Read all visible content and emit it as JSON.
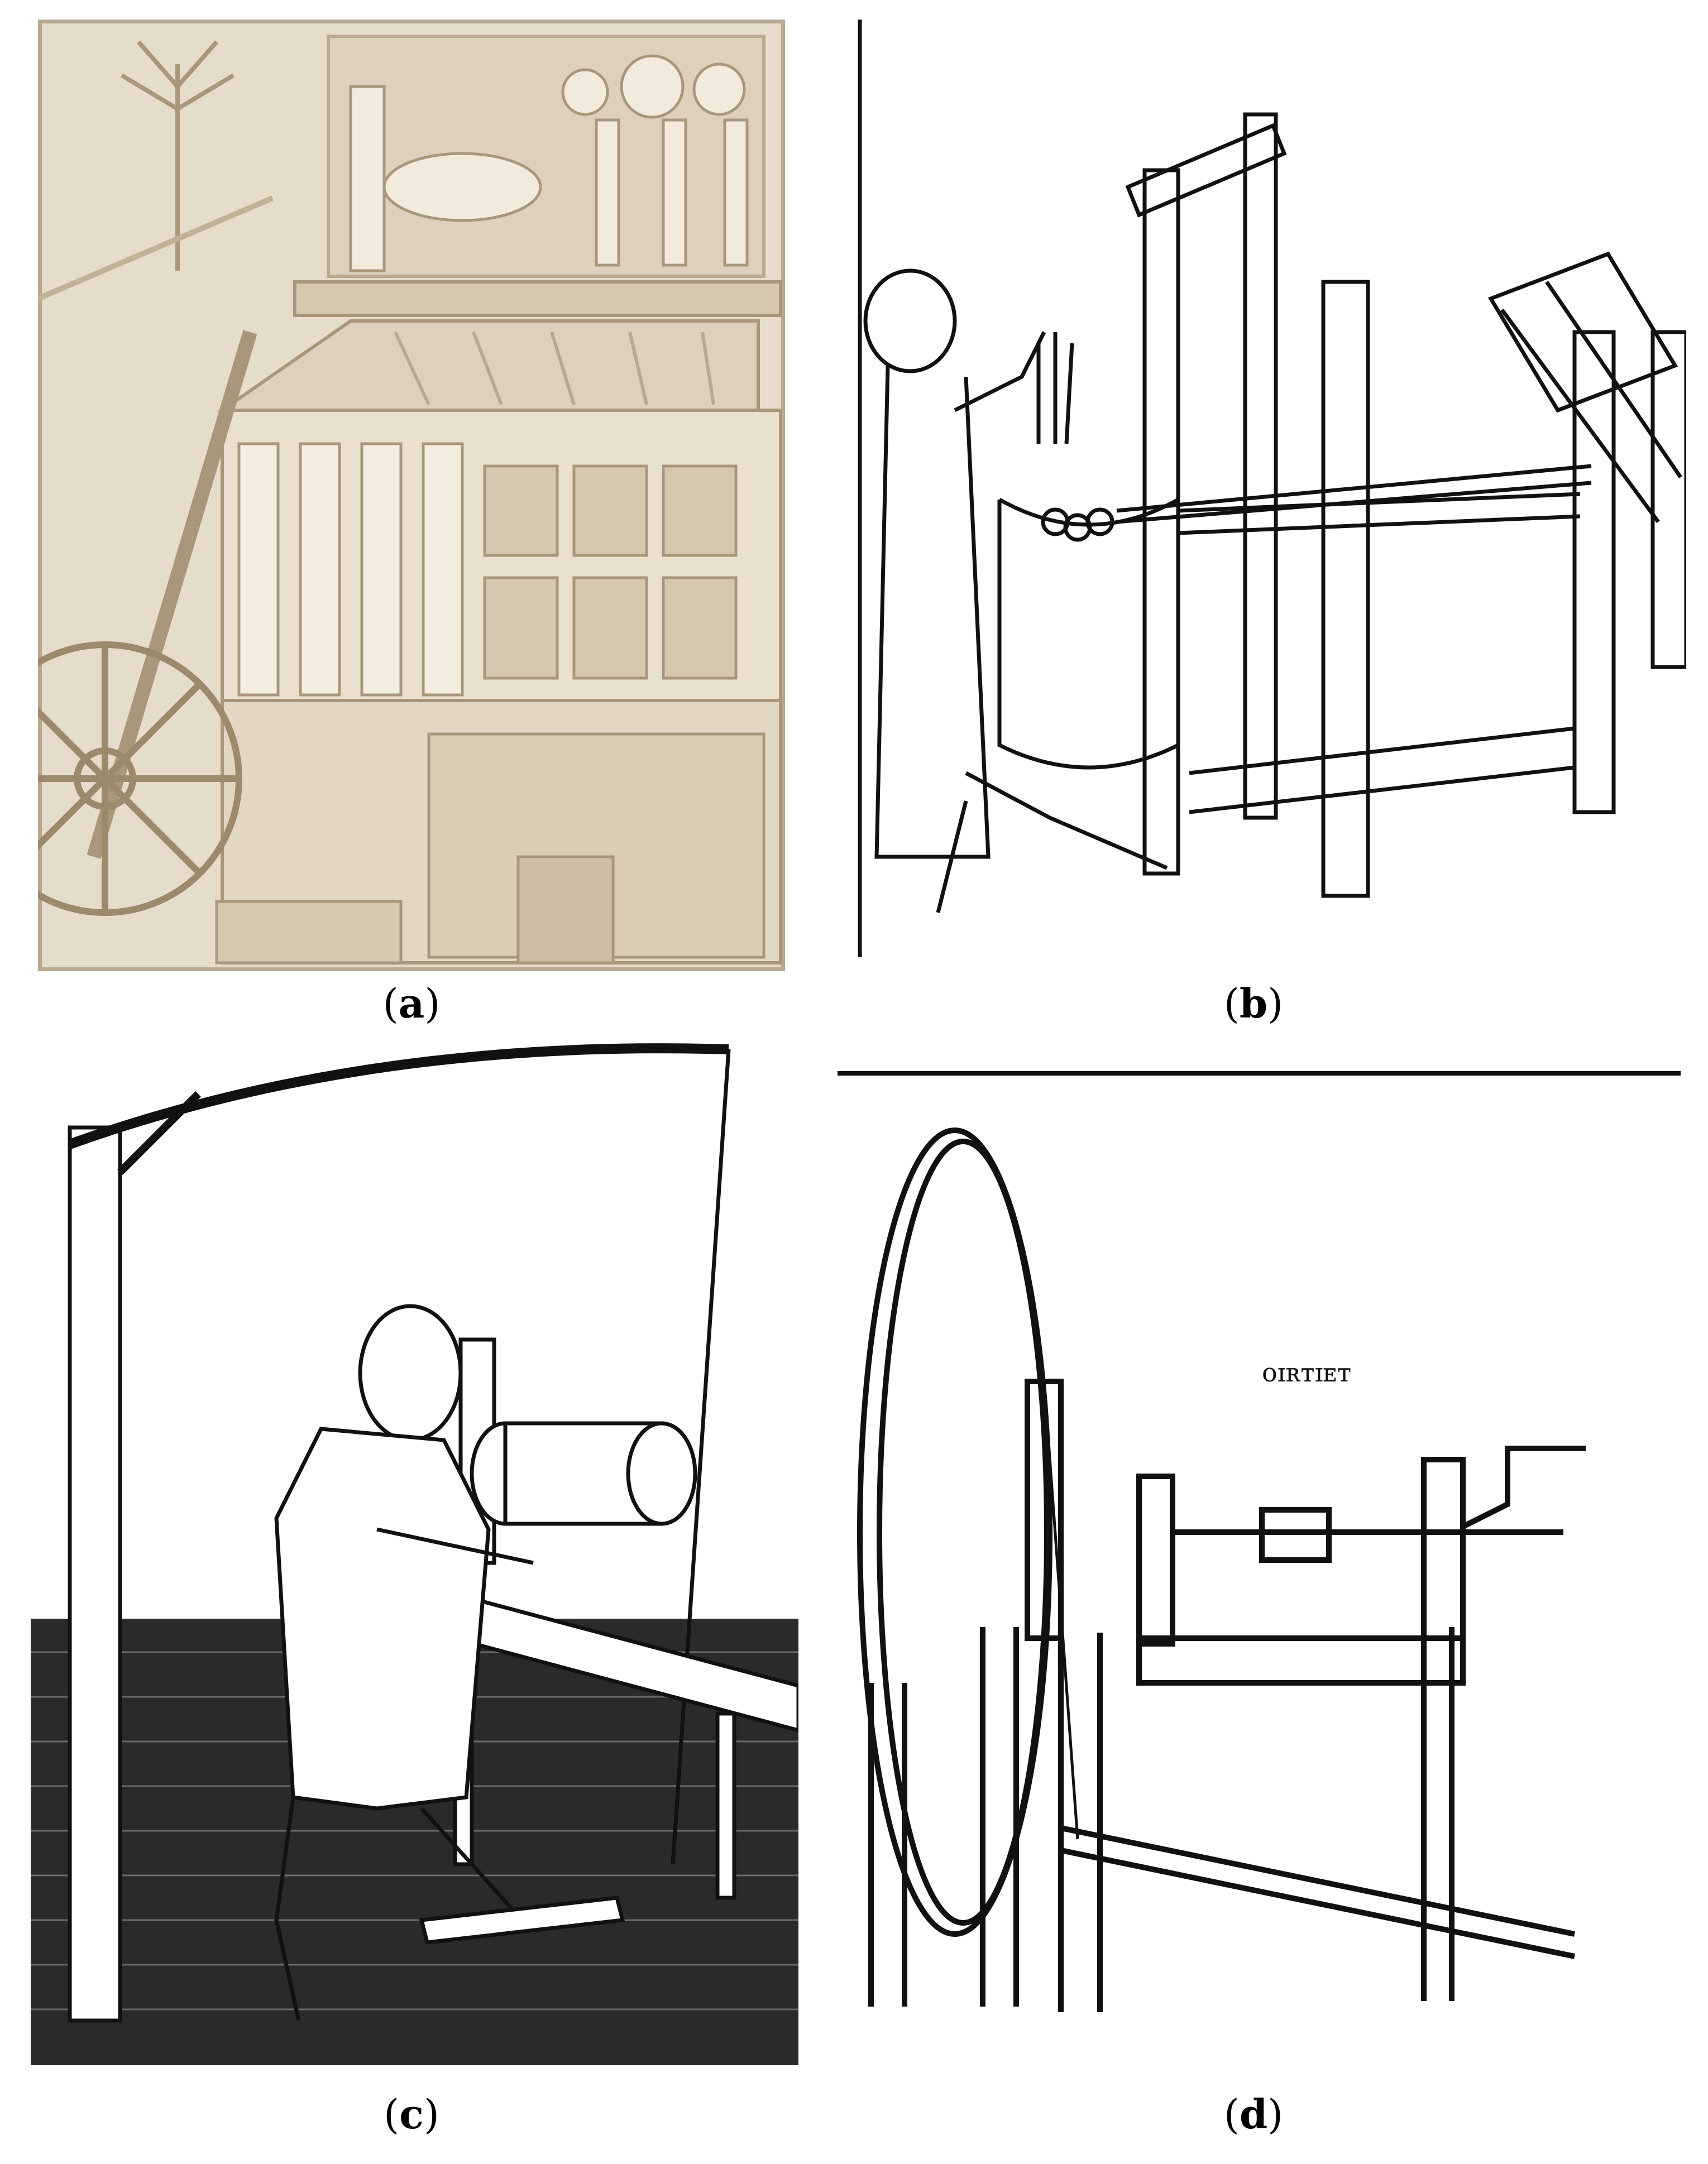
{
  "figure": {
    "panels": [
      {
        "id": "a",
        "caption_open": "(",
        "caption_letter": "a",
        "caption_close": ")",
        "subject": "relief-carving"
      },
      {
        "id": "b",
        "caption_open": "(",
        "caption_letter": "b",
        "caption_close": ")",
        "subject": "loom-drawing"
      },
      {
        "id": "c",
        "caption_open": "(",
        "caption_letter": "c",
        "caption_close": ")",
        "subject": "pole-lathe-woodcut"
      },
      {
        "id": "d",
        "caption_open": "(",
        "caption_letter": "d",
        "caption_close": ")",
        "subject": "wheel-machine-sketch"
      }
    ],
    "panel_d_inscription": "ᴏɪʀᴛɪᴇᴛ"
  },
  "colors": {
    "stone_bg": "#e6dccb",
    "stone_light": "#f2ebdd",
    "stone_shadow": "#b9a98f",
    "ink": "#111111",
    "paper": "#ffffff"
  }
}
